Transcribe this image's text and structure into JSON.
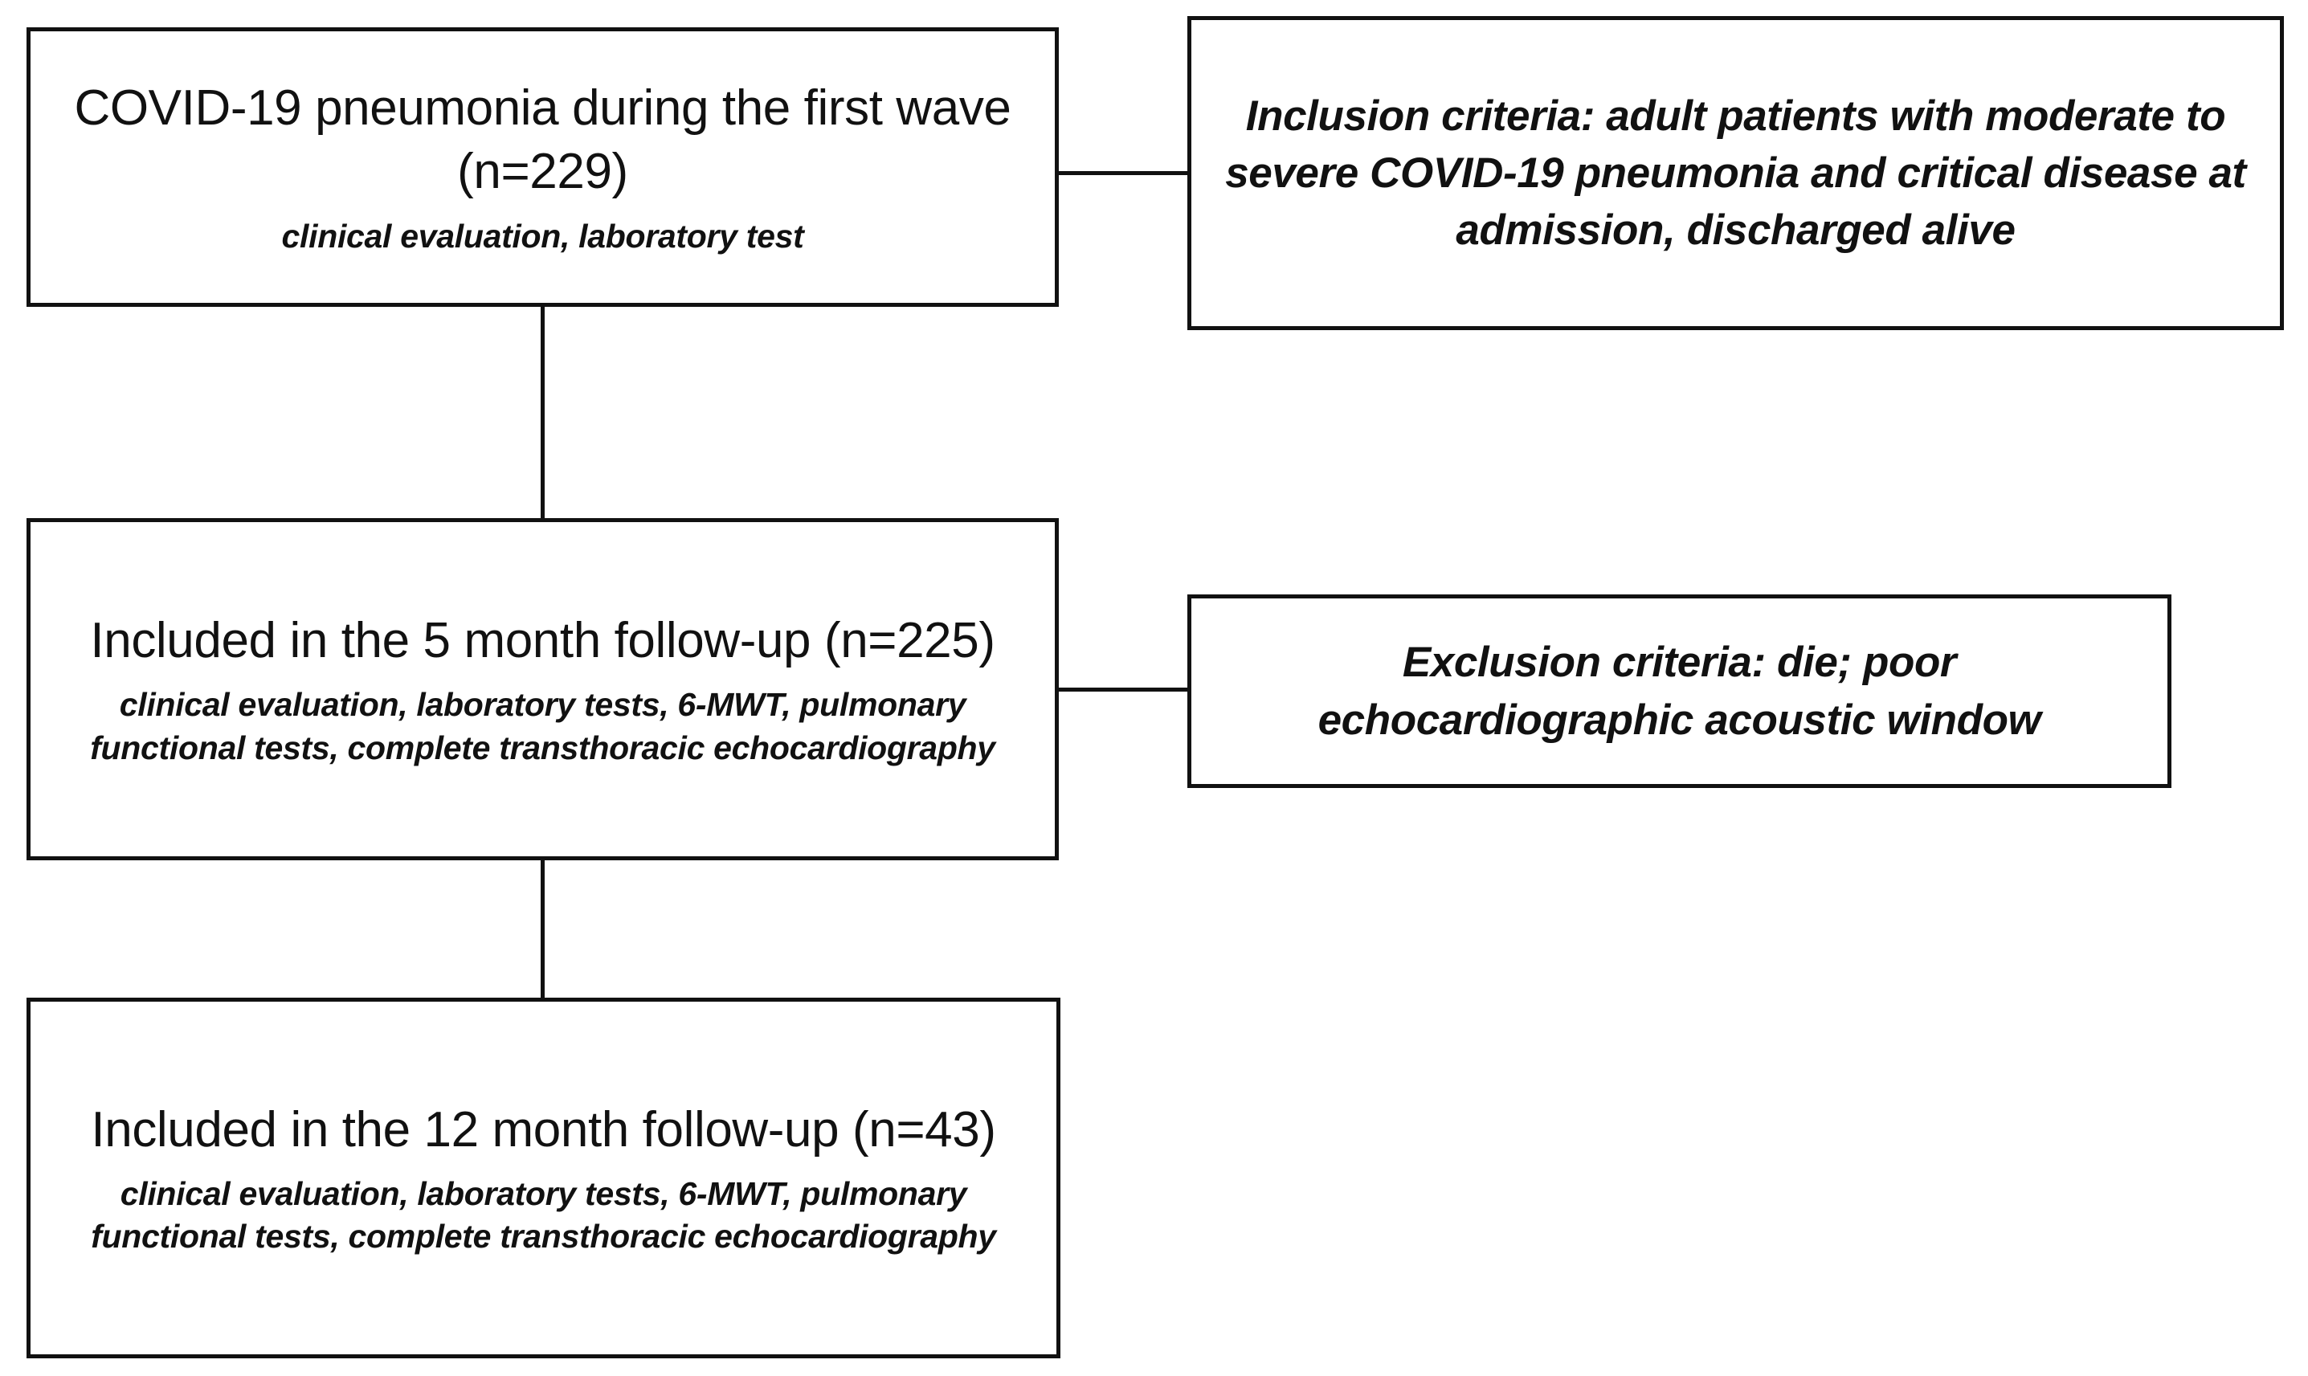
{
  "diagram": {
    "type": "flowchart",
    "title": "COVID-19 pneumonia follow-up study enrollment flowchart",
    "boxes": {
      "primary": {
        "title": "COVID-19 pneumonia during the first wave (n=229)",
        "subtitle": "clinical evaluation, laboratory test",
        "n": 229
      },
      "followup5": {
        "title": "Included in the 5 month follow-up (n=225)",
        "subtitle": "clinical evaluation, laboratory tests, 6-MWT, pulmonary functional tests, complete transthoracic echocardiography",
        "n": 225
      },
      "followup12": {
        "title": "Included in the 12 month follow-up (n=43)",
        "subtitle": "clinical evaluation, laboratory tests, 6-MWT, pulmonary functional tests, complete transthoracic echocardiography",
        "n": 43
      },
      "inclusion": {
        "text": "Inclusion criteria: adult patients with moderate to severe COVID-19 pneumonia and critical disease at admission, discharged alive"
      },
      "exclusion": {
        "text": "Exclusion criteria: die; poor echocardiographic acoustic window"
      }
    },
    "connectors": [
      {
        "name": "primary-to-followup5",
        "from": "primary",
        "to": "followup5",
        "orientation": "vertical"
      },
      {
        "name": "followup5-to-followup12",
        "from": "followup5",
        "to": "followup12",
        "orientation": "vertical"
      },
      {
        "name": "primary-to-inclusion",
        "from": "primary",
        "to": "inclusion",
        "orientation": "horizontal"
      },
      {
        "name": "followup5-to-exclusion",
        "from": "followup5",
        "to": "exclusion",
        "orientation": "horizontal"
      }
    ],
    "colors": {
      "background": "#ffffff",
      "stroke": "#111111",
      "text": "#111111"
    }
  }
}
